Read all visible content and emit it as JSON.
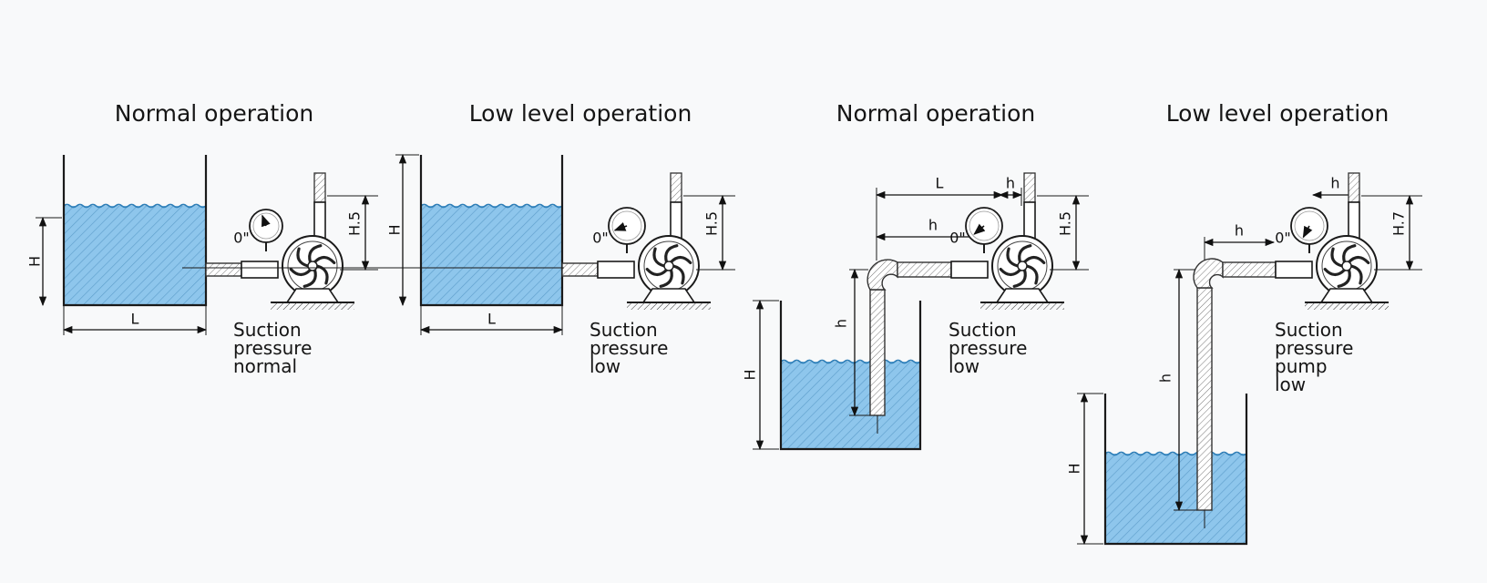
{
  "colors": {
    "water": "#89c3ea",
    "water_line": "#2f7fb8",
    "line": "#1a1a1a",
    "background": "#f8f9fa"
  },
  "panels": [
    {
      "title": "Normal operation",
      "caption": [
        "Suction",
        "pressure",
        "normal"
      ],
      "gauge_label": "0\"",
      "height_label": "H",
      "length_label": "L",
      "pump_height_label": "H.5"
    },
    {
      "title": "Low level operation",
      "caption": [
        "Suction",
        "pressure",
        "low"
      ],
      "gauge_label": "0\"",
      "height_label": "H",
      "length_label": "L",
      "pump_height_label": "H.5"
    },
    {
      "title": "Normal operation",
      "caption": [
        "Suction",
        "pressure",
        "low"
      ],
      "gauge_label": "0\"",
      "height_label": "H",
      "length_label": "L",
      "h_labels": [
        "h",
        "h",
        "h"
      ],
      "pump_height_label": "H.5"
    },
    {
      "title": "Low level operation",
      "caption": [
        "Suction",
        "pressure",
        "pump",
        "low"
      ],
      "gauge_label": "0\"",
      "height_label": "H",
      "h_labels": [
        "h",
        "h"
      ],
      "pump_height_label": "H.7"
    }
  ],
  "icons": [
    "pressure-gauge-icon",
    "centrifugal-pump-icon",
    "impeller-icon"
  ]
}
